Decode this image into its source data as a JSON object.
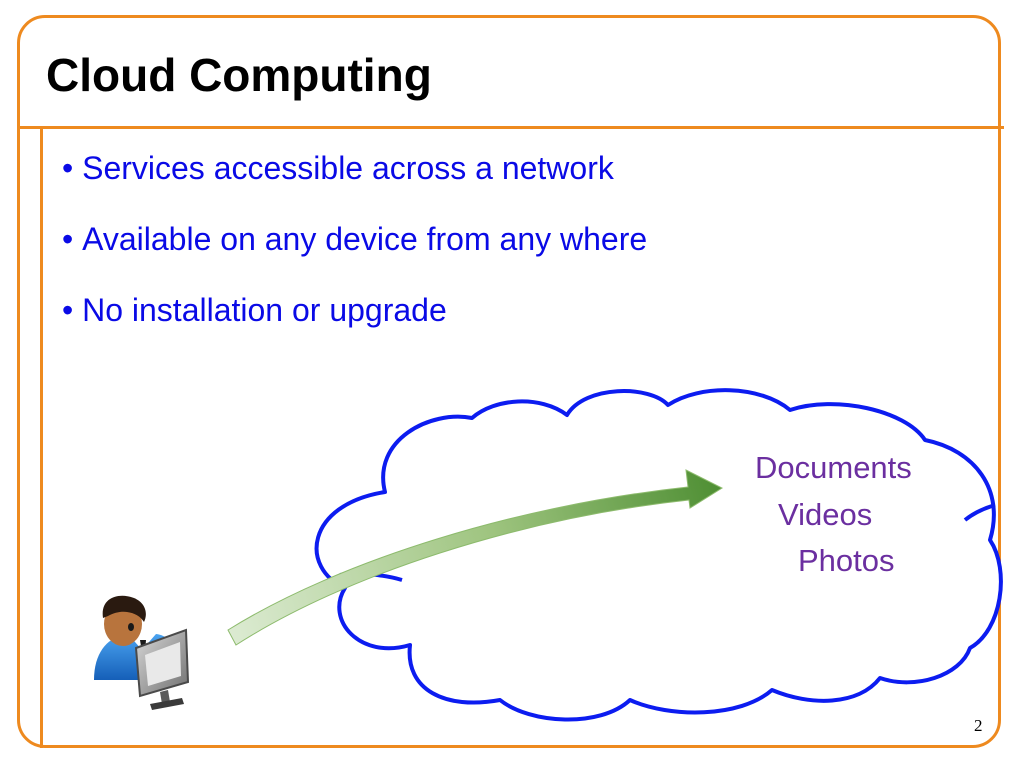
{
  "slide": {
    "title": "Cloud Computing",
    "bullets": [
      "Services accessible across a network",
      "Available on any device from any where",
      "No installation or upgrade"
    ],
    "cloud_items": [
      "Documents",
      "Videos",
      "Photos"
    ],
    "page_number": "2"
  },
  "colors": {
    "accent": "#ee8a1f",
    "bullet_text": "#0a0ae6",
    "cloud_outline": "#0c1cf0",
    "cloud_text": "#6b2fa0",
    "arrow": "#4f8f34"
  },
  "icons": {
    "cloud": "cloud-icon",
    "arrow": "arrow-icon",
    "user": "user-at-computer-icon"
  }
}
